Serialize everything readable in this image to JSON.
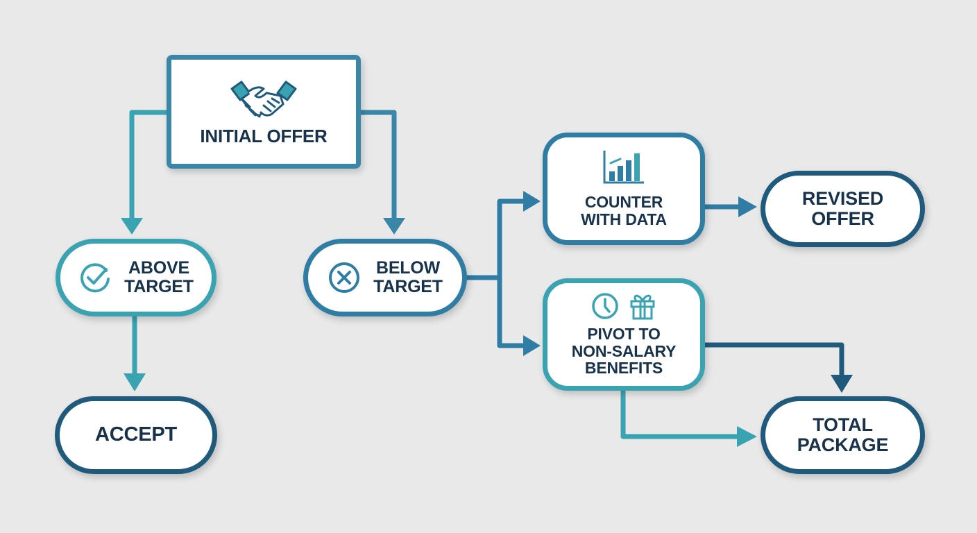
{
  "diagram": {
    "type": "flowchart",
    "nodes": {
      "initial_offer": {
        "label": "INITIAL OFFER",
        "icon": "handshake-icon"
      },
      "above_target": {
        "label_line1": "ABOVE",
        "label_line2": "TARGET",
        "icon": "check-circle-icon"
      },
      "below_target": {
        "label_line1": "BELOW",
        "label_line2": "TARGET",
        "icon": "x-circle-icon"
      },
      "counter_with_data": {
        "label_line1": "COUNTER",
        "label_line2": "WITH DATA",
        "icon": "bar-chart-icon"
      },
      "pivot_benefits": {
        "label_line1": "PIVOT TO",
        "label_line2": "NON-SALARY",
        "label_line3": "BENEFITS",
        "icons": [
          "clock-icon",
          "gift-icon"
        ]
      },
      "revised_offer": {
        "label_line1": "REVISED",
        "label_line2": "OFFER"
      },
      "accept": {
        "label": "ACCEPT"
      },
      "total_package": {
        "label_line1": "TOTAL",
        "label_line2": "PACKAGE"
      }
    },
    "edges": [
      {
        "from": "initial_offer",
        "to": "above_target"
      },
      {
        "from": "initial_offer",
        "to": "below_target"
      },
      {
        "from": "above_target",
        "to": "accept"
      },
      {
        "from": "below_target",
        "to": "counter_with_data"
      },
      {
        "from": "below_target",
        "to": "pivot_benefits"
      },
      {
        "from": "counter_with_data",
        "to": "revised_offer"
      },
      {
        "from": "pivot_benefits",
        "to": "total_package"
      },
      {
        "from": "pivot_benefits",
        "to": "total_package"
      }
    ],
    "colors": {
      "background": "#e9e9e9",
      "teal": "#3aa3b2",
      "blue": "#2f7da4",
      "navy": "#1f5a7d",
      "text": "#17324a"
    }
  }
}
